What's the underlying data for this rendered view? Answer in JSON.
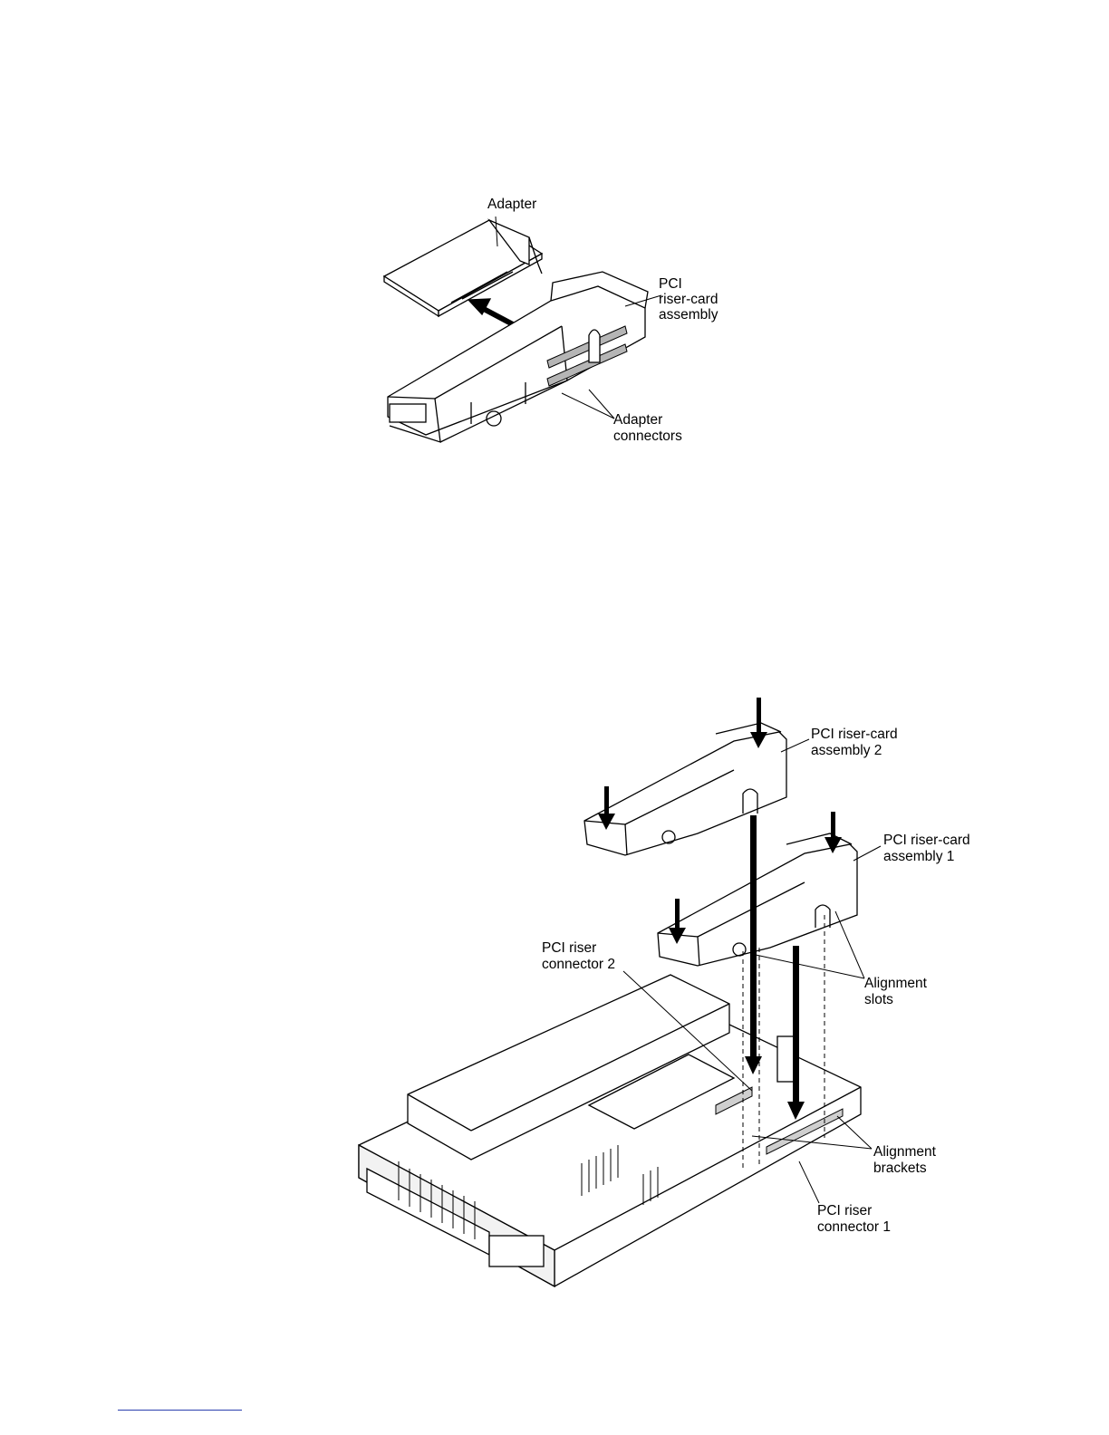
{
  "figure1": {
    "labels": {
      "adapter": "Adapter",
      "riser_l1": "PCI",
      "riser_l2": "riser-card",
      "riser_l3": "assembly",
      "connectors_l1": "Adapter",
      "connectors_l2": "connectors"
    }
  },
  "figure2": {
    "labels": {
      "assembly2_l1": "PCI riser-card",
      "assembly2_l2": "assembly 2",
      "assembly1_l1": "PCI riser-card",
      "assembly1_l2": "assembly 1",
      "connector2_l1": "PCI riser",
      "connector2_l2": "connector 2",
      "slots_l1": "Alignment",
      "slots_l2": "slots",
      "brackets_l1": "Alignment",
      "brackets_l2": "brackets",
      "connector1_l1": "PCI riser",
      "connector1_l2": "connector 1"
    }
  },
  "colors": {
    "line": "#000000",
    "hatch": "#9a9a9a",
    "link": "#2a3fae"
  }
}
